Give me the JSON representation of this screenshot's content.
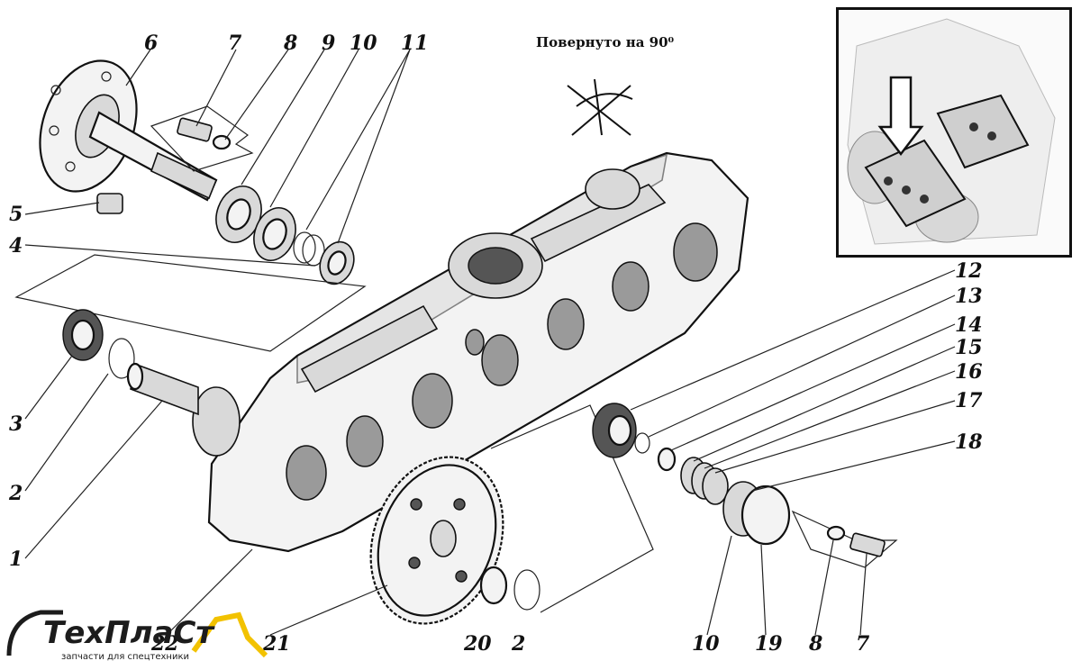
{
  "caption": "Повернуто на 90⁰",
  "part_numbers": {
    "n1": "1",
    "n2a": "2",
    "n2b": "2",
    "n3": "3",
    "n4": "4",
    "n5": "5",
    "n6": "6",
    "n7a": "7",
    "n7b": "7",
    "n8a": "8",
    "n8b": "8",
    "n9": "9",
    "n10a": "10",
    "n10b": "10",
    "n11": "11",
    "n12": "12",
    "n13": "13",
    "n14": "14",
    "n15": "15",
    "n16": "16",
    "n17": "17",
    "n18": "18",
    "n19": "19",
    "n20": "20",
    "n21": "21",
    "n22": "22"
  },
  "logo": {
    "name": "ТехПлаСт",
    "tagline": "запчасти для спецтехники",
    "accent_color": "#f2c200"
  },
  "colors": {
    "line": "#111111",
    "housing": "#f3f3f3",
    "shade": "#d9d9d9"
  }
}
